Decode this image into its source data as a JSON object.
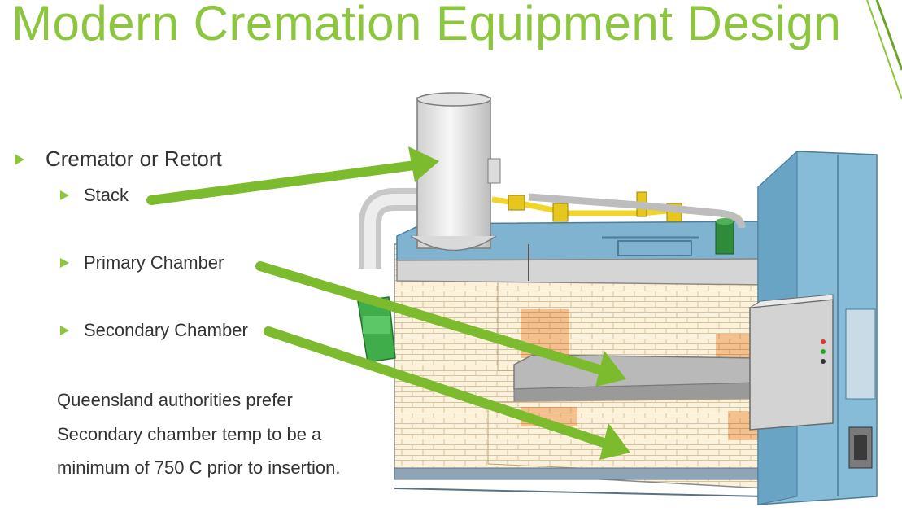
{
  "slide": {
    "title": "Modern Cremation Equipment Design",
    "bullets": {
      "main": "Cremator or Retort",
      "sub": [
        "Stack",
        "Primary Chamber",
        "Secondary Chamber"
      ]
    },
    "note": "Queensland authorities prefer Secondary chamber temp to be a minimum of 750 C prior to insertion.",
    "accent_color": "#8cc63f",
    "arrow_color": "#7dbb2e"
  }
}
